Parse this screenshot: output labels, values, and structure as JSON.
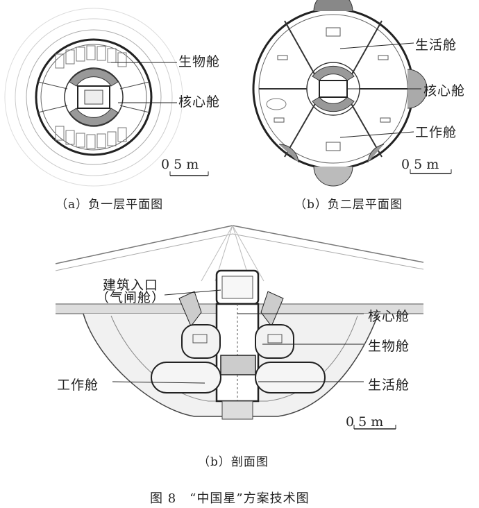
{
  "plan_a": {
    "label_bio": "生物舱",
    "label_core": "核心舱",
    "scale": "0    5 m",
    "caption": "（a）负一层平面图"
  },
  "plan_b": {
    "label_living": "生活舱",
    "label_core": "核心舱",
    "label_work": "工作舱",
    "scale": "0    5 m",
    "caption": "（b）负二层平面图"
  },
  "section": {
    "label_entrance_1": "建筑入口",
    "label_entrance_2": "（气闸舱）",
    "label_core": "核心舱",
    "label_bio": "生物舱",
    "label_living": "生活舱",
    "label_work": "工作舱",
    "scale": "0    5 m",
    "caption": "（b）剖面图"
  },
  "figure": {
    "title": "图 8　“中国星”方案技术图"
  }
}
